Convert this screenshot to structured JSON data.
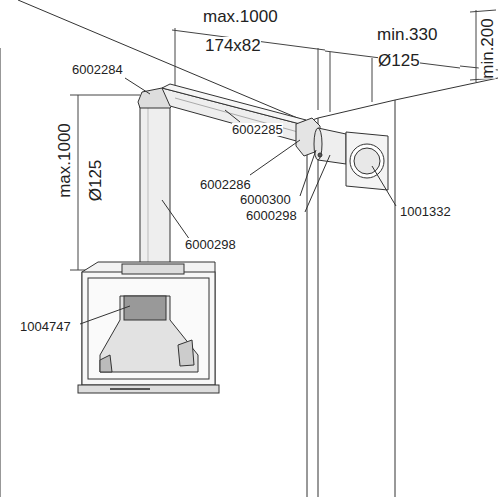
{
  "diagram": {
    "labels": [
      "max.1000",
      "174x82",
      "min.330",
      "Ø125",
      "min.200",
      "6002284",
      "6002285",
      "6002286",
      "6000300",
      "6000298",
      "1001332",
      "max.1000",
      "Ø125",
      "6000298",
      "1004747"
    ]
  }
}
